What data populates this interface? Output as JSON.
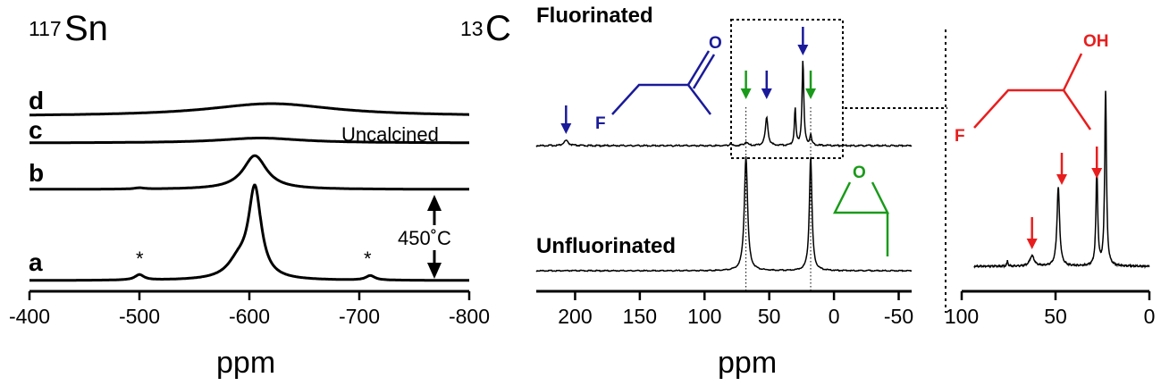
{
  "figure": {
    "colors": {
      "blue": "#1a1a9a",
      "green": "#1a9a1a",
      "red": "#e81e1e",
      "black": "#000000"
    }
  },
  "panel_sn": {
    "nucleus_mass": "117",
    "nucleus_symbol": "Sn",
    "xlabel": "ppm",
    "trace_labels": [
      "a",
      "b",
      "c",
      "d"
    ],
    "uncalcined_label": "Uncalcined",
    "temperature_label": "450˚C",
    "sideband_marker": "*"
  },
  "panel_c": {
    "nucleus_mass": "13",
    "nucleus_symbol": "C",
    "xlabel": "ppm",
    "fluorinated_label": "Fluorinated",
    "unfluorinated_label": "Unfluorinated",
    "fluoroacetone_atoms": {
      "O": "O",
      "F": "F"
    },
    "epoxide_atoms": {
      "O": "O"
    }
  },
  "panel_inset": {
    "fluoroalcohol_atoms": {
      "OH": "OH",
      "F": "F"
    }
  },
  "chart_data": [
    {
      "type": "line",
      "nucleus": "117Sn",
      "xlabel": "ppm",
      "xlim": [
        -400,
        -800
      ],
      "xticks": [
        -400,
        -500,
        -600,
        -700,
        -800
      ],
      "series": [
        {
          "name": "a",
          "peaks": [
            {
              "x": -605,
              "height": 1.0,
              "width": 7
            },
            {
              "x": -590,
              "height": 0.18,
              "width": 12
            },
            {
              "x": -500,
              "height": 0.06,
              "width": 5
            },
            {
              "x": -710,
              "height": 0.05,
              "width": 5
            }
          ]
        },
        {
          "name": "b",
          "peaks": [
            {
              "x": -605,
              "height": 0.42,
              "width": 13
            },
            {
              "x": -500,
              "height": 0.015,
              "width": 5
            }
          ]
        },
        {
          "name": "c",
          "peaks": [
            {
              "x": -610,
              "height": 0.1,
              "width": 45
            }
          ]
        },
        {
          "name": "d",
          "peaks": [
            {
              "x": -620,
              "height": 0.035,
              "width": 70
            }
          ]
        }
      ],
      "sideband_positions": [
        -500,
        -710
      ]
    },
    {
      "type": "line",
      "nucleus": "13C",
      "xlabel": "ppm",
      "xlim": [
        230,
        -60
      ],
      "xticks": [
        200,
        150,
        100,
        50,
        0,
        -50
      ],
      "series": [
        {
          "name": "Fluorinated",
          "peaks": [
            {
              "x": 207,
              "height": 0.06,
              "width": 2
            },
            {
              "x": 80,
              "height": 0.03,
              "width": 0.6
            },
            {
              "x": 68,
              "height": 0.04,
              "width": 1.5
            },
            {
              "x": 52,
              "height": 0.33,
              "width": 1.2
            },
            {
              "x": 30,
              "height": 0.43,
              "width": 0.7
            },
            {
              "x": 24,
              "height": 1.0,
              "width": 0.8
            },
            {
              "x": 18,
              "height": 0.12,
              "width": 0.8
            }
          ]
        },
        {
          "name": "Unfluorinated",
          "peaks": [
            {
              "x": 68,
              "height": 1.0,
              "width": 1.5
            },
            {
              "x": 18,
              "height": 1.0,
              "width": 1.2
            }
          ]
        }
      ],
      "reference_lines": [
        68,
        18
      ],
      "arrows": {
        "blue": [
          207,
          52,
          24
        ],
        "green": [
          68,
          18
        ]
      }
    },
    {
      "type": "line",
      "nucleus": "13C",
      "xlabel": "",
      "xlim": [
        100,
        0
      ],
      "xticks": [
        100,
        50,
        0
      ],
      "series": [
        {
          "peaks": [
            {
              "x": 81,
              "height": 0.03,
              "width": 0.4
            },
            {
              "x": 67,
              "height": 0.06,
              "width": 1.5
            },
            {
              "x": 52,
              "height": 0.45,
              "width": 0.9
            },
            {
              "x": 30,
              "height": 0.55,
              "width": 0.6
            },
            {
              "x": 25,
              "height": 1.0,
              "width": 0.6
            }
          ]
        }
      ],
      "arrows": {
        "red": [
          67,
          50,
          30
        ]
      }
    }
  ]
}
